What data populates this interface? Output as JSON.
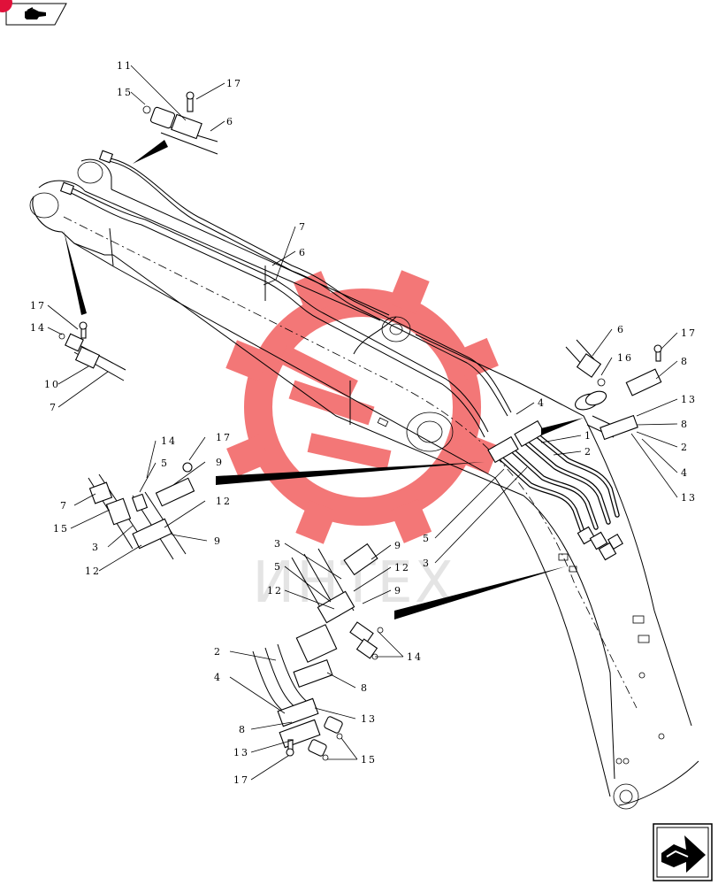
{
  "colors": {
    "ink": "#000000",
    "watermark": "#f04a4a",
    "watermark_text": "#9a9a9a",
    "badge": "#e0113a"
  },
  "icons": {
    "prev": "pointing-hand-icon",
    "next": "pointing-hand-icon"
  },
  "watermark": {
    "text": "ИНТЕХ"
  },
  "callouts": {
    "c01": "11",
    "c02": "15",
    "c03": "17",
    "c04": "6",
    "c05": "7",
    "c06": "6",
    "c07": "17",
    "c08": "14",
    "c09": "10",
    "c10": "7",
    "c11": "14",
    "c12": "17",
    "c13": "5",
    "c14": "9",
    "c15": "7",
    "c16": "15",
    "c17": "3",
    "c18": "12",
    "c19": "12",
    "c20": "9",
    "c21": "6",
    "c22": "17",
    "c23": "16",
    "c24": "8",
    "c25": "4",
    "c26": "13",
    "c27": "8",
    "c28": "2",
    "c29": "1",
    "c30": "2",
    "c31": "4",
    "c32": "13",
    "c33": "5",
    "c34": "3",
    "c35": "3",
    "c36": "9",
    "c37": "5",
    "c38": "12",
    "c39": "12",
    "c40": "9",
    "c41": "14",
    "c42": "2",
    "c43": "4",
    "c44": "8",
    "c45": "13",
    "c46": "8",
    "c47": "13",
    "c48": "15",
    "c49": "17"
  }
}
